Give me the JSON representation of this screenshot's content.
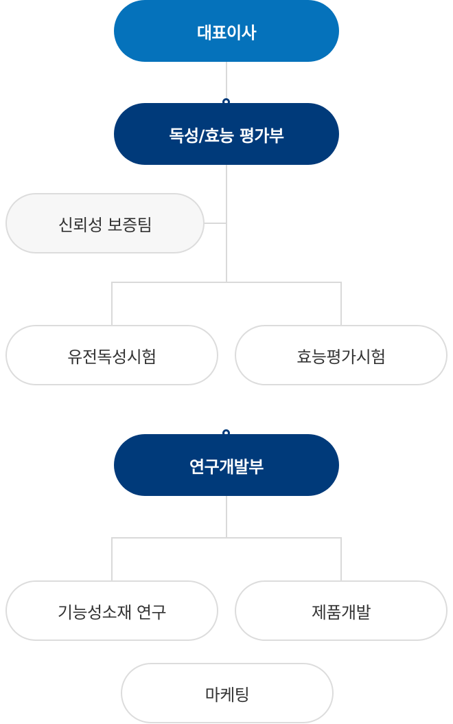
{
  "ceo": {
    "label": "대표이사"
  },
  "toxicity_dept": {
    "label": "독성/효능 평가부",
    "qa_team": "신뢰성 보증팀",
    "teams": [
      "유전독성시험",
      "효능평가시험"
    ]
  },
  "rnd_dept": {
    "label": "연구개발부",
    "teams": [
      "기능성소재 연구",
      "제품개발",
      "마케팅"
    ]
  },
  "colors": {
    "ceo": "#0572bb",
    "department": "#003a7a",
    "connector": "#d9d9d9",
    "team_border": "#dcdcdc"
  }
}
